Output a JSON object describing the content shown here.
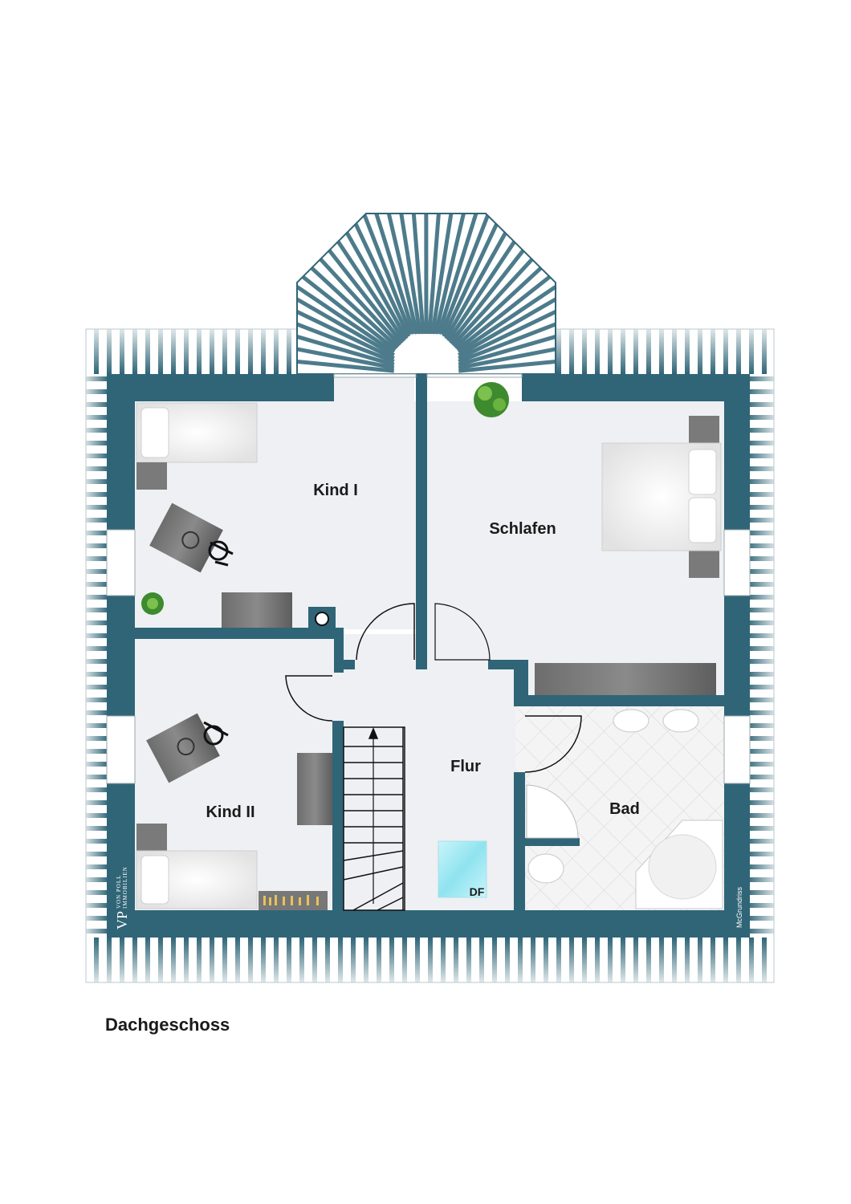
{
  "floor": {
    "caption": "Dachgeschoss"
  },
  "rooms": {
    "kind1": "Kind I",
    "schlafen": "Schlafen",
    "kind2": "Kind II",
    "flur": "Flur",
    "bad": "Bad",
    "skylight": "DF"
  },
  "branding": {
    "logo_mark": "VP",
    "logo_text": "VON POLL",
    "logo_subtext": "IMMOBILIEN",
    "credit": "McGrundriss"
  },
  "colors": {
    "wall": "#2f6577",
    "floor": "#eef0f3",
    "roof_stripe": "#2f6577",
    "tile": "#f4f4f4"
  }
}
